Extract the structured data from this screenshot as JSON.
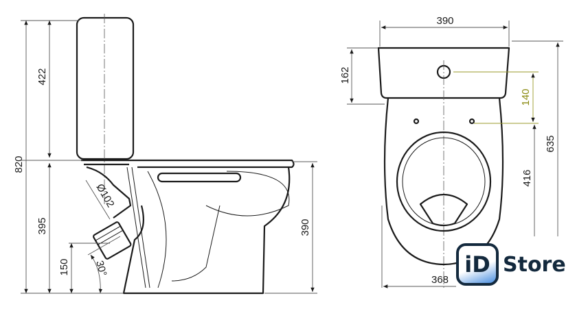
{
  "side_view": {
    "total_height": "820",
    "tank_height": "422",
    "seat_height": "395",
    "outlet_height": "150",
    "outlet_diameter": "Ø102",
    "outlet_angle": "30°",
    "bowl_height": "390"
  },
  "top_view": {
    "width": "390",
    "tank_depth": "162",
    "hole_spacing": "140",
    "total_depth": "635",
    "bowl_depth": "416",
    "partial_width": "368"
  },
  "colors": {
    "line": "#1a1a1a",
    "accent_dimension": "#8a8a10",
    "logo_dark": "#13293d",
    "logo_blue": "#4a8fe0"
  },
  "logo": {
    "badge": "iD",
    "text": "Store"
  }
}
